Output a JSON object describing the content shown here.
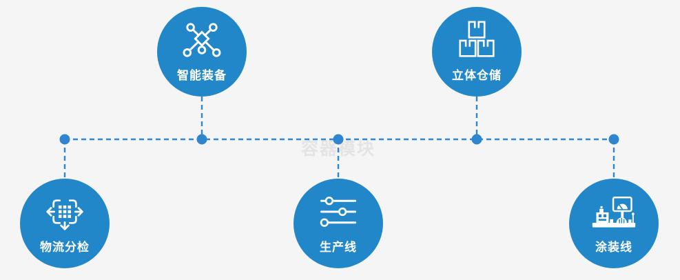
{
  "watermark": "容器模块",
  "colors": {
    "background": "#f5f5f5",
    "node_blue": "#2287c8",
    "line_blue": "#2e86d0",
    "icon_white": "#ffffff",
    "watermark_gray": "#e4e4e4",
    "label_white": "#ffffff"
  },
  "nodes": [
    {
      "id": "smart-equipment",
      "label": "智能装备",
      "icon": "network-nodes-icon",
      "position": "top-left"
    },
    {
      "id": "warehouse",
      "label": "立体仓储",
      "icon": "stacked-boxes-icon",
      "position": "top-right"
    },
    {
      "id": "logistics",
      "label": "物流分检",
      "icon": "distribute-arrows-icon",
      "position": "bottom-left"
    },
    {
      "id": "production",
      "label": "生产线",
      "icon": "sliders-icon",
      "position": "bottom-center"
    },
    {
      "id": "painting",
      "label": "涂装线",
      "icon": "machine-monitor-icon",
      "position": "bottom-right"
    }
  ]
}
